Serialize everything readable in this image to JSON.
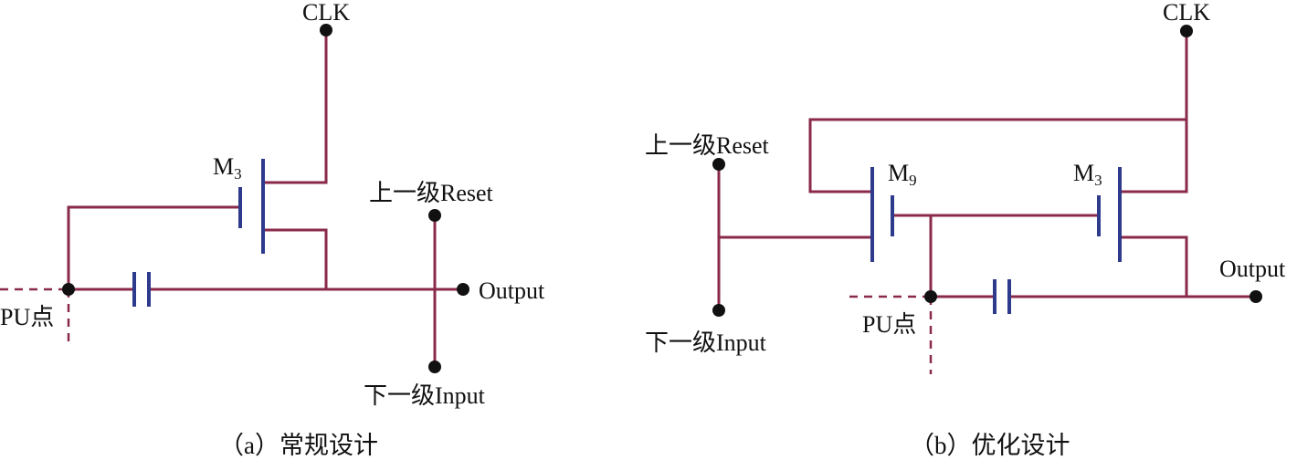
{
  "left": {
    "clk": "CLK",
    "transistor": "M",
    "transistor_sub": "3",
    "reset": "上一级Reset",
    "output": "Output",
    "pu": "PU点",
    "input": "下一级Input",
    "caption": "（a）常规设计"
  },
  "right": {
    "clk": "CLK",
    "reset": "上一级Reset",
    "transistor_a": "M",
    "transistor_a_sub": "9",
    "transistor_b": "M",
    "transistor_b_sub": "3",
    "output": "Output",
    "pu": "PU点",
    "input": "下一级Input",
    "caption": "（b）优化设计"
  },
  "colors": {
    "wire": "#8a2a4a",
    "tft": "#2e3a8c",
    "node": "#111111"
  }
}
